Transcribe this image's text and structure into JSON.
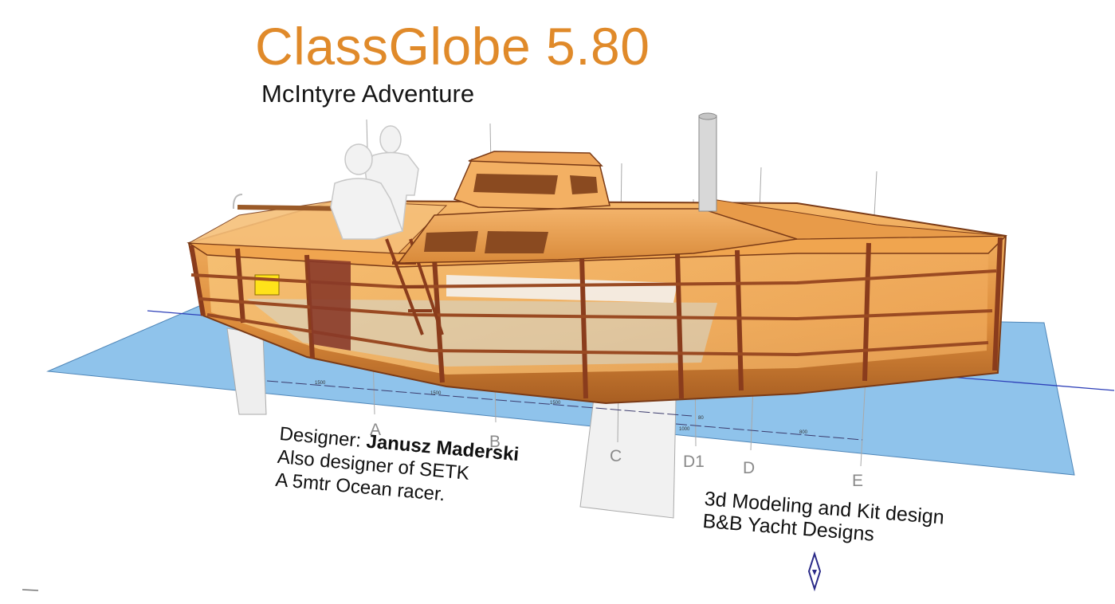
{
  "title": "ClassGlobe 5.80",
  "subtitle": "McIntyre Adventure",
  "designer": {
    "prefix": "Designer: ",
    "name": "Janusz Maderski",
    "line2": "Also designer of SETK",
    "line3": "A 5mtr Ocean racer."
  },
  "credits": {
    "line1": "3d Modeling and Kit design",
    "line2": "B&B Yacht Designs"
  },
  "stations": [
    "A",
    "B",
    "C",
    "D1",
    "D",
    "E"
  ],
  "dimensions": [
    "1500",
    "1500",
    "1500",
    "1000",
    "800",
    "80"
  ],
  "colors": {
    "title": "#e08a2a",
    "water": "#8fc3eb",
    "hull": "#d98a3a",
    "frame": "#8a3c1c"
  },
  "icons": [
    "compass-star-icon"
  ]
}
